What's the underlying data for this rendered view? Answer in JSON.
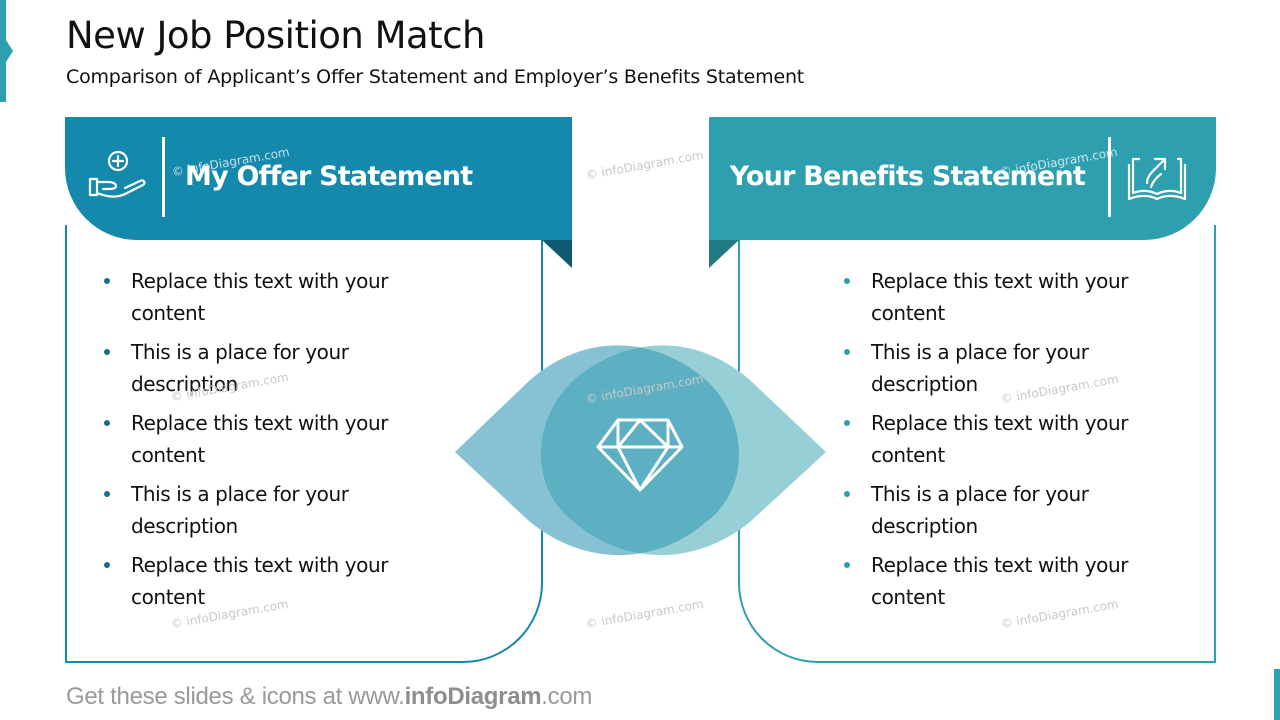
{
  "slide": {
    "title": "New Job Position Match",
    "subtitle": "Comparison of Applicant’s Offer Statement and Employer’s Benefits Statement"
  },
  "colors": {
    "left_header": "#1589ab",
    "left_fold": "#0f5a70",
    "right_header": "#2e9fae",
    "right_fold": "#207983",
    "venn_left": "#86c2d3",
    "venn_right": "#96d0d6",
    "venn_overlap": "#5cb0c2",
    "text": "#111111",
    "footer": "#9a9a9a"
  },
  "left_card": {
    "title": "My Offer Statement",
    "icon": "hand-with-plus-icon",
    "bullets": [
      "Replace this text with your content",
      "This is a place for your description",
      "Replace this text with your content",
      "This is a place for your description",
      "Replace this text with your content"
    ]
  },
  "right_card": {
    "title": "Your Benefits Statement",
    "icon": "book-with-arrow-icon",
    "bullets": [
      "Replace this text with your content",
      "This is a place for your description",
      "Replace this text with your content",
      "This is a place for your description",
      "Replace this text with your content"
    ]
  },
  "center": {
    "icon": "diamond-icon"
  },
  "watermark": "© infoDiagram.com",
  "footer": {
    "prefix": "Get these slides & icons at www.",
    "brand": "infoDiagram",
    "suffix": ".com"
  }
}
